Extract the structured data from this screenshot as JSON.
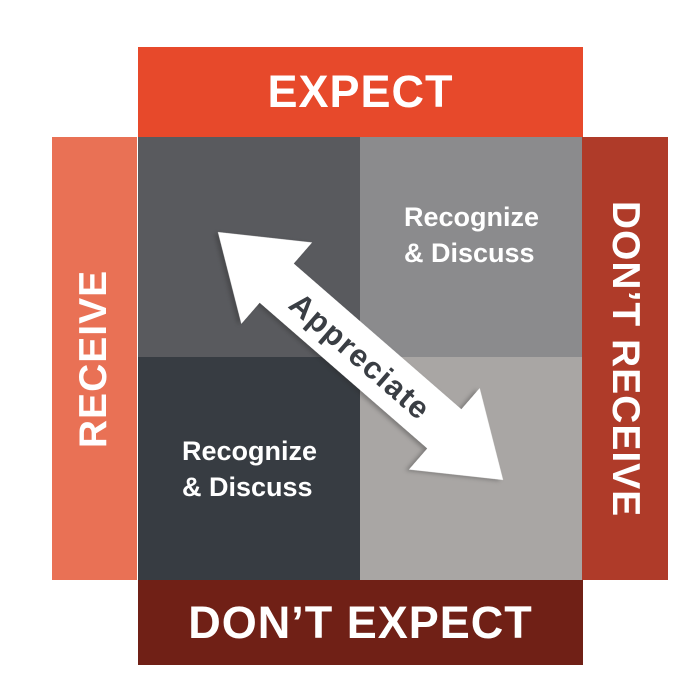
{
  "diagram": {
    "type": "2x2-matrix",
    "bars": {
      "top": {
        "label": "EXPECT",
        "color": "#E7492B",
        "text_color": "#FFFFFF"
      },
      "left": {
        "label": "RECEIVE",
        "color": "#E97155",
        "text_color": "#FFFFFF"
      },
      "right": {
        "label": "DON’T RECEIVE",
        "color": "#AF3B29",
        "text_color": "#FFFFFF"
      },
      "bottom": {
        "label": "DON’T EXPECT",
        "color": "#702016",
        "text_color": "#FFFFFF"
      }
    },
    "quadrants": {
      "top_left": {
        "color": "#595A5E"
      },
      "top_right": {
        "color": "#8B8B8D",
        "label_line1": "Recognize",
        "label_line2": "& Discuss",
        "text_color": "#FFFFFF"
      },
      "bottom_left": {
        "color": "#373C42",
        "label_line1": "Recognize",
        "label_line2": "& Discuss",
        "text_color": "#FFFFFF"
      },
      "bottom_right": {
        "color": "#A9A6A4"
      }
    },
    "arrow": {
      "label": "Appreciate",
      "color": "#FFFFFF",
      "text_color": "#3A3E44"
    }
  }
}
